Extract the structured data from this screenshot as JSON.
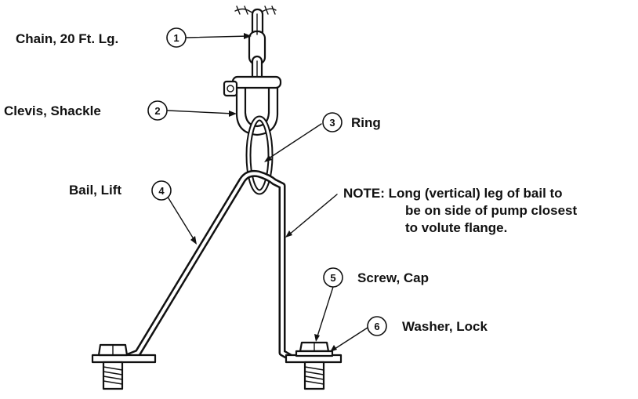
{
  "parts": [
    {
      "number": "1",
      "label": "Chain, 20 Ft. Lg."
    },
    {
      "number": "2",
      "label": "Clevis, Shackle"
    },
    {
      "number": "3",
      "label": "Ring"
    },
    {
      "number": "4",
      "label": "Bail, Lift"
    },
    {
      "number": "5",
      "label": "Screw, Cap"
    },
    {
      "number": "6",
      "label": "Washer, Lock"
    }
  ],
  "note": {
    "line1": "NOTE: Long (vertical) leg of bail to",
    "line2": "be on side of pump closest",
    "line3": "to volute flange."
  }
}
